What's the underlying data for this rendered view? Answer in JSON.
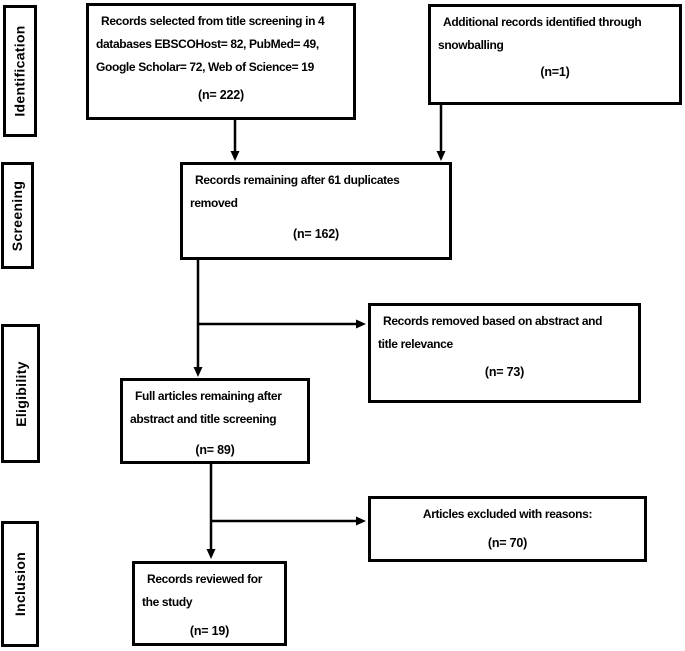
{
  "stages": [
    {
      "label": "Identification"
    },
    {
      "label": "Screening"
    },
    {
      "label": "Eligibility"
    },
    {
      "label": "Inclusion"
    }
  ],
  "boxes": {
    "records_selected": {
      "text": "Records selected from title screening in 4\ndatabases EBSCOHost= 82, PubMed= 49,\nGoogle Scholar= 72, Web of Science= 19",
      "count": "(n= 222)"
    },
    "additional_records": {
      "text": "Additional records identified through\nsnowballing",
      "count": "(n=1)"
    },
    "records_remaining": {
      "text": "Records remaining after 61 duplicates\nremoved",
      "count": "(n= 162)"
    },
    "records_removed": {
      "text": "Records removed based on abstract and\ntitle relevance",
      "count": "(n= 73)"
    },
    "full_articles": {
      "text": "Full articles remaining after\nabstract and title screening",
      "count": "(n= 89)"
    },
    "articles_excluded": {
      "text": "Articles excluded with reasons:",
      "count": "(n= 70)"
    },
    "records_reviewed": {
      "text": "Records reviewed for\nthe study",
      "count": "(n= 19)"
    }
  },
  "colors": {
    "line": "#000000",
    "border": "#000000",
    "background": "#ffffff",
    "text": "#000000"
  }
}
